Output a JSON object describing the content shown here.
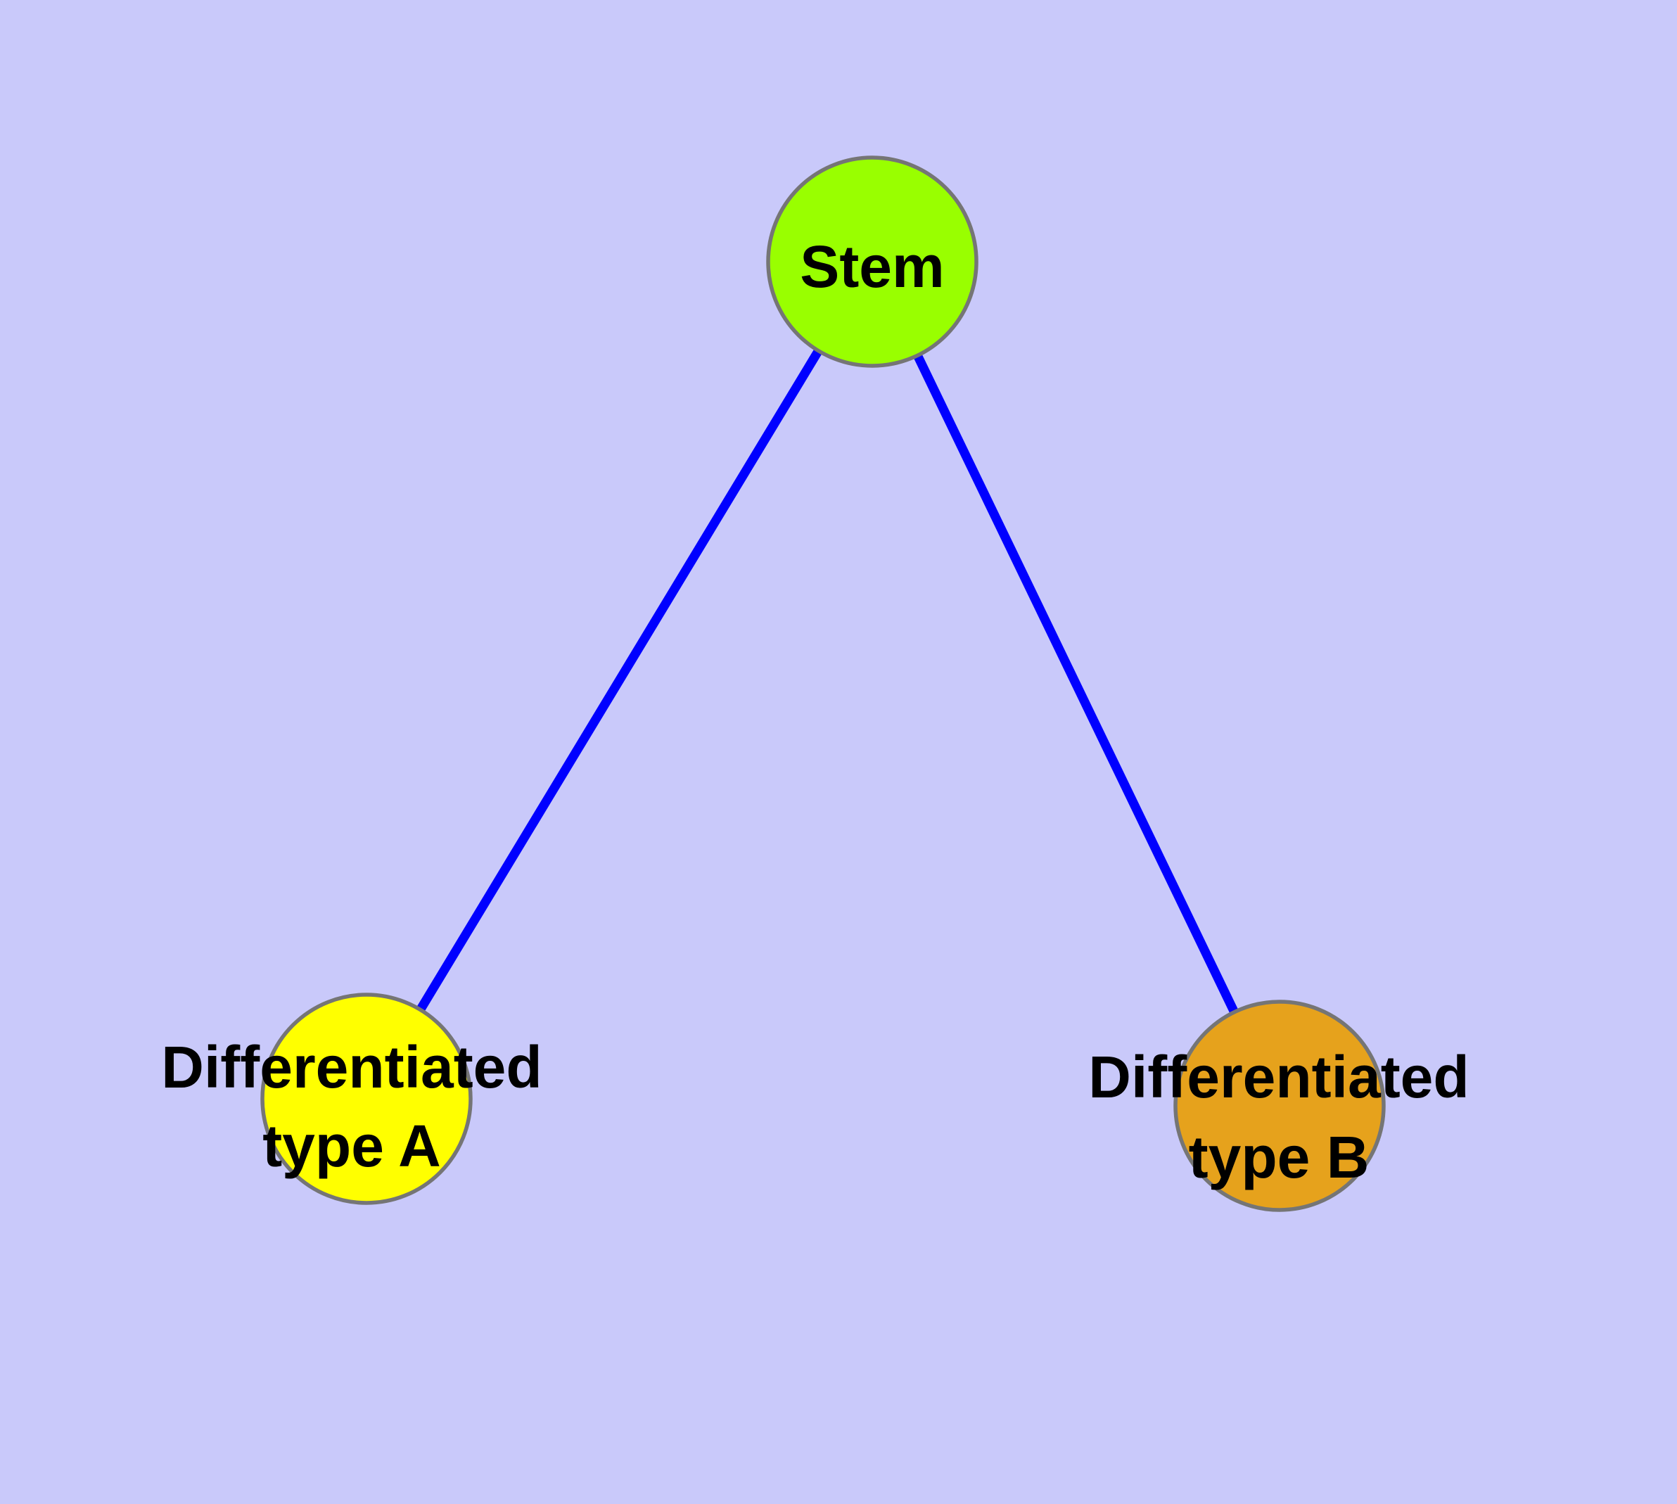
{
  "diagram": {
    "type": "graph",
    "description": "Stem cell differentiation graph: one stem node linked to two differentiated cell type nodes",
    "background_color": "#C9C9FA",
    "edge_style": {
      "color": "#0000FF",
      "width": 13
    },
    "node_style": {
      "border_color": "#757575",
      "border_width": 5.5,
      "radius": 148,
      "label_color": "#000000"
    },
    "nodes": [
      {
        "id": "stem",
        "label": "Stem",
        "lines": [
          "Stem"
        ],
        "fill": "#99FF00"
      },
      {
        "id": "differentiated-type-a",
        "label": "Differentiated type A",
        "lines": [
          "Differentiated",
          "type A"
        ],
        "fill": "#FFFF00"
      },
      {
        "id": "differentiated-type-b",
        "label": "Differentiated type B",
        "lines": [
          "Differentiated",
          "type B"
        ],
        "fill": "#E6A21C"
      }
    ],
    "edges": [
      {
        "from": "stem",
        "to": "differentiated-type-a"
      },
      {
        "from": "stem",
        "to": "differentiated-type-b"
      }
    ]
  }
}
